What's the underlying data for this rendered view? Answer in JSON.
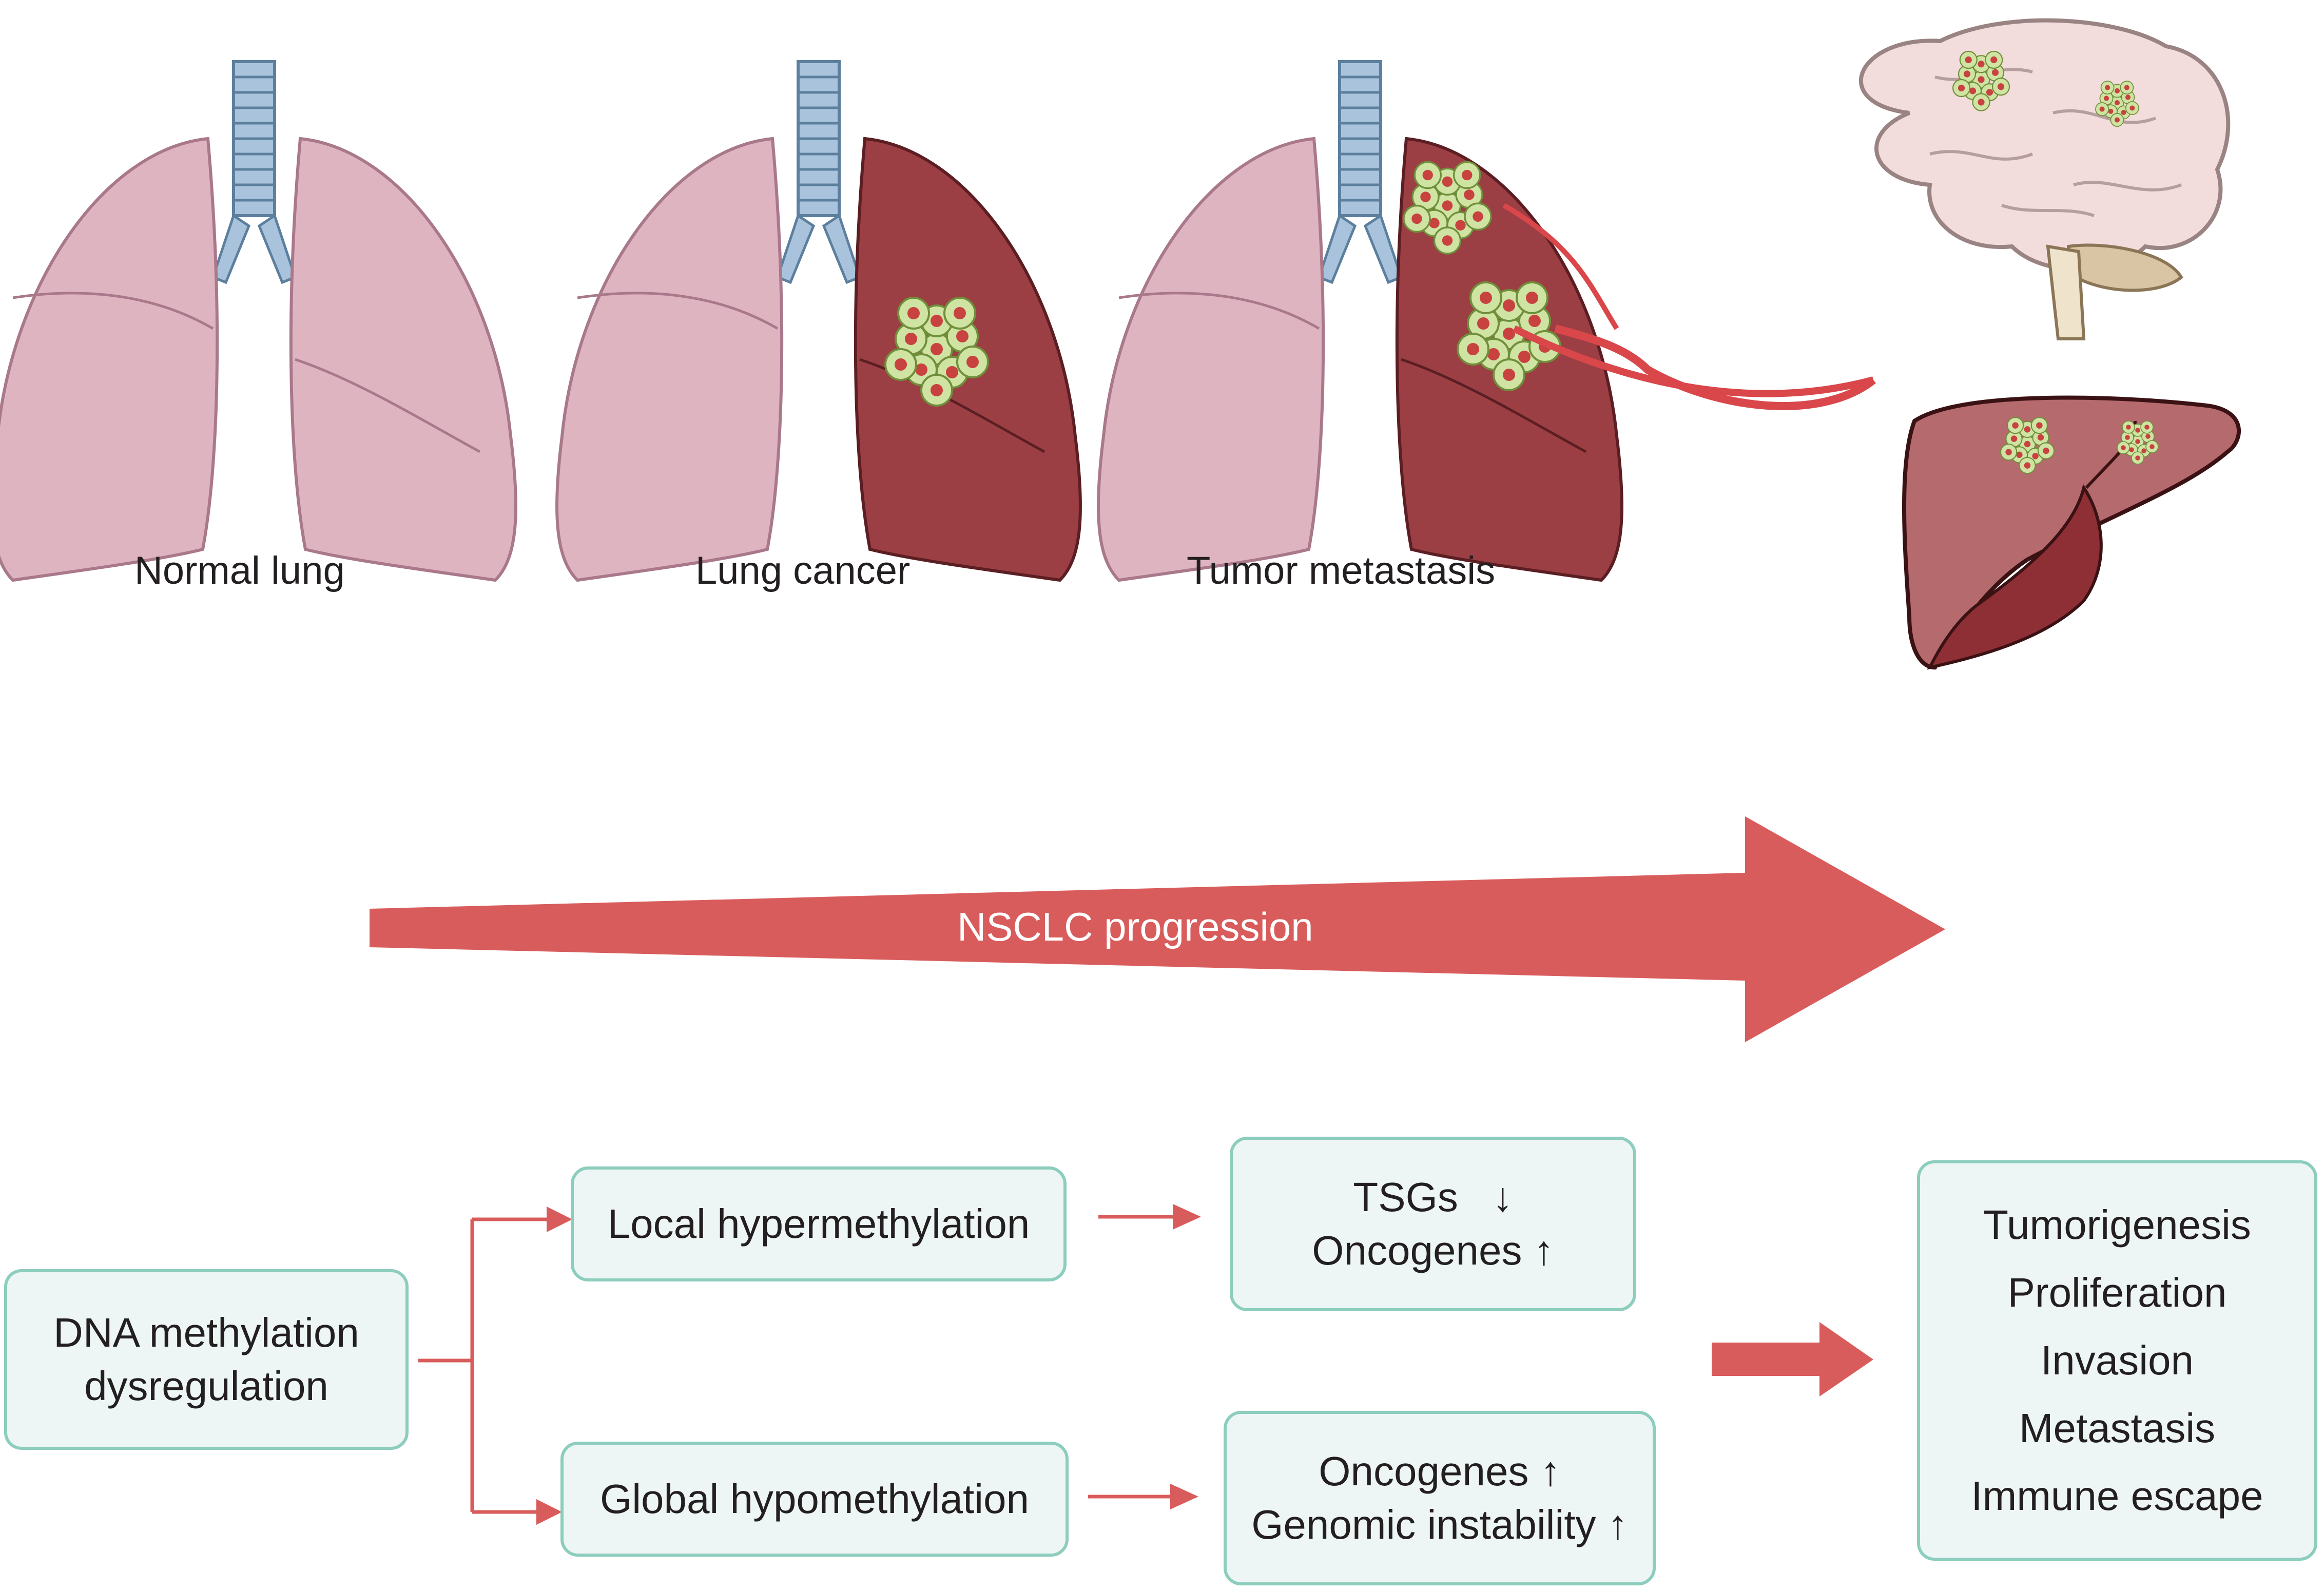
{
  "stages": {
    "normal": "Normal lung",
    "cancer": "Lung cancer",
    "metastasis": "Tumor metastasis"
  },
  "progression_arrow": {
    "label": "NSCLC progression"
  },
  "boxes": {
    "dna": [
      "DNA methylation",
      "dysregulation"
    ],
    "local": "Local hypermethylation",
    "global": "Global hypomethylation",
    "local_effects": [
      {
        "text": "TSGs",
        "arrow": "↓"
      },
      {
        "text": "Oncogenes",
        "arrow": "↑"
      }
    ],
    "global_effects": [
      {
        "text": "Oncogenes",
        "arrow": "↑"
      },
      {
        "text": "Genomic instability",
        "arrow": "↑"
      }
    ],
    "outcomes": [
      "Tumorigenesis",
      "Proliferation",
      "Invasion",
      "Metastasis",
      "Immune escape"
    ]
  },
  "colors": {
    "arrow": "#d95c5c",
    "box_fill": "#edf6f4",
    "box_border": "#8ccdbd",
    "healthy_lung": "#dfb4c1",
    "diseased_lung": "#9b3f44",
    "tumor_cell": "#cfe3a3",
    "trachea": "#a9c3dc"
  }
}
